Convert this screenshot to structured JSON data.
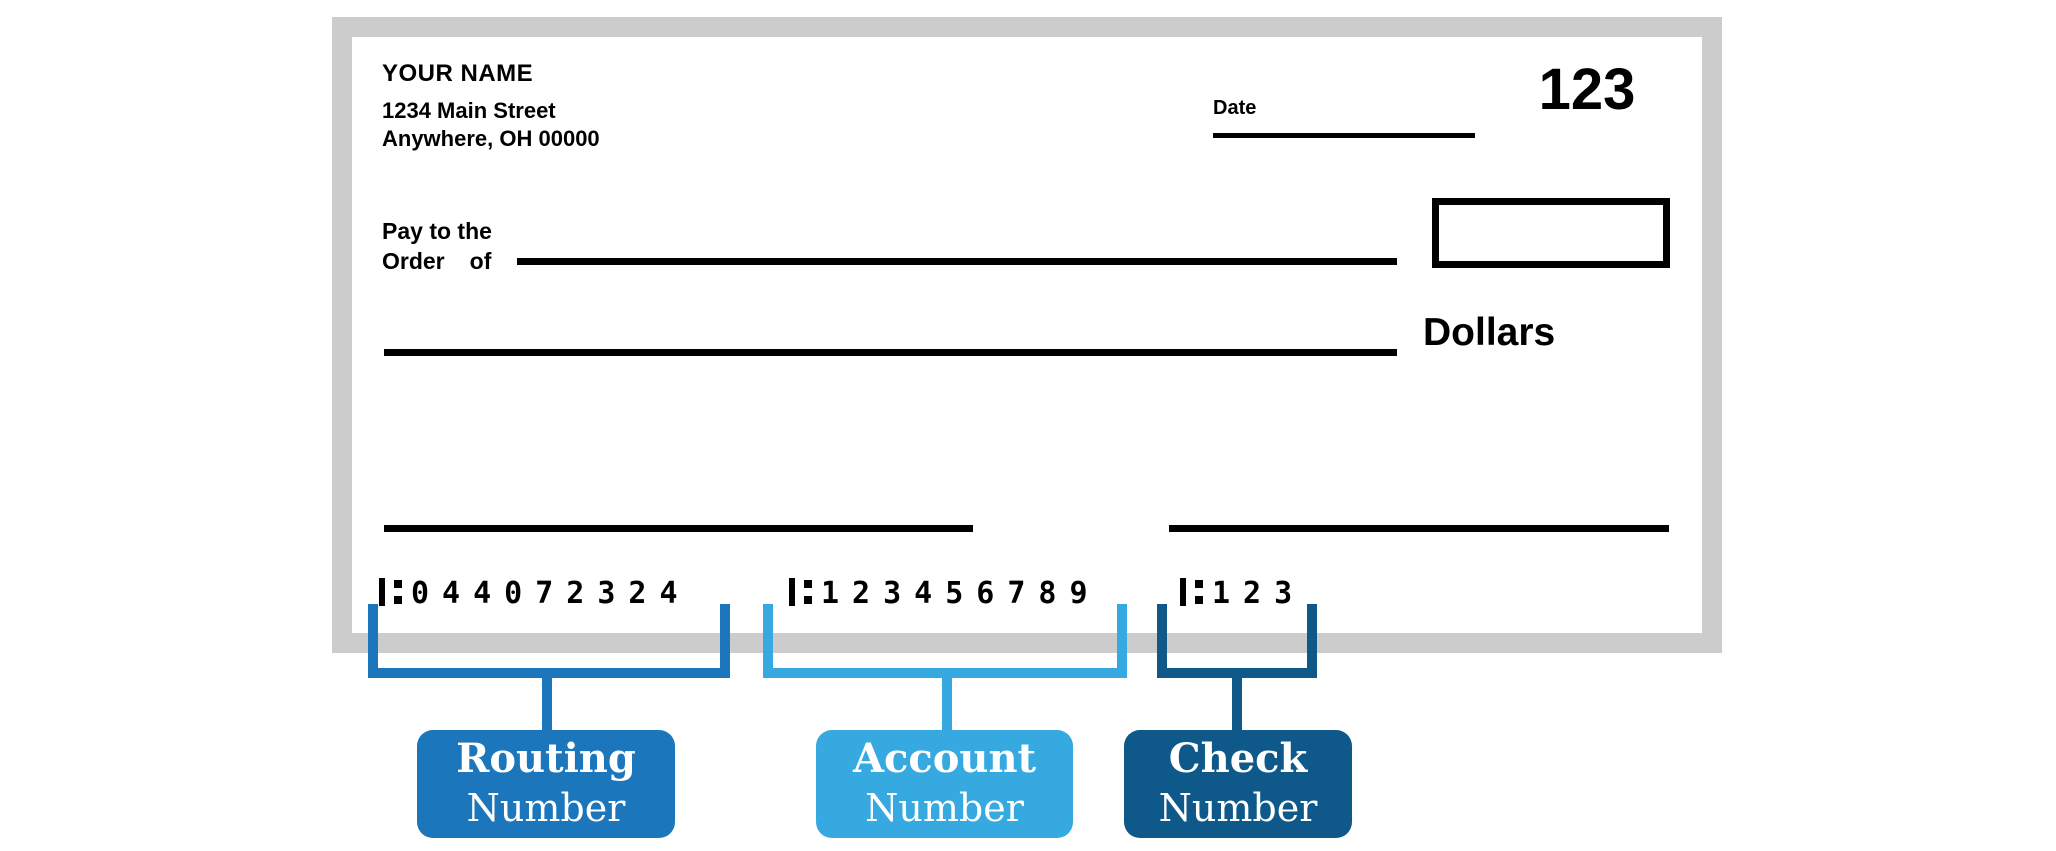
{
  "colors": {
    "frame_gray": "#cccccc",
    "paper_white": "#ffffff",
    "ink_black": "#000000",
    "routing_blue": "#1b76bb",
    "account_light_blue": "#36a9e0",
    "check_dark_blue": "#0e598a"
  },
  "check": {
    "payer_name": "YOUR NAME",
    "payer_address_line1": "1234 Main Street",
    "payer_address_line2": "Anywhere, OH 00000",
    "date_label": "Date",
    "check_number_top": "123",
    "pay_to_line1": "Pay to the",
    "pay_to_order_word": "Order",
    "pay_to_of_word": "of",
    "dollars_label": "Dollars",
    "micr": {
      "routing_number": "044072324",
      "account_number": "123456789",
      "check_number": "123"
    }
  },
  "annotations": {
    "routing": {
      "line1": "Routing",
      "line2": "Number",
      "color": "#1b76bb"
    },
    "account": {
      "line1": "Account",
      "line2": "Number",
      "color": "#36a9e0"
    },
    "check": {
      "line1": "Check",
      "line2": "Number",
      "color": "#0e598a"
    }
  }
}
